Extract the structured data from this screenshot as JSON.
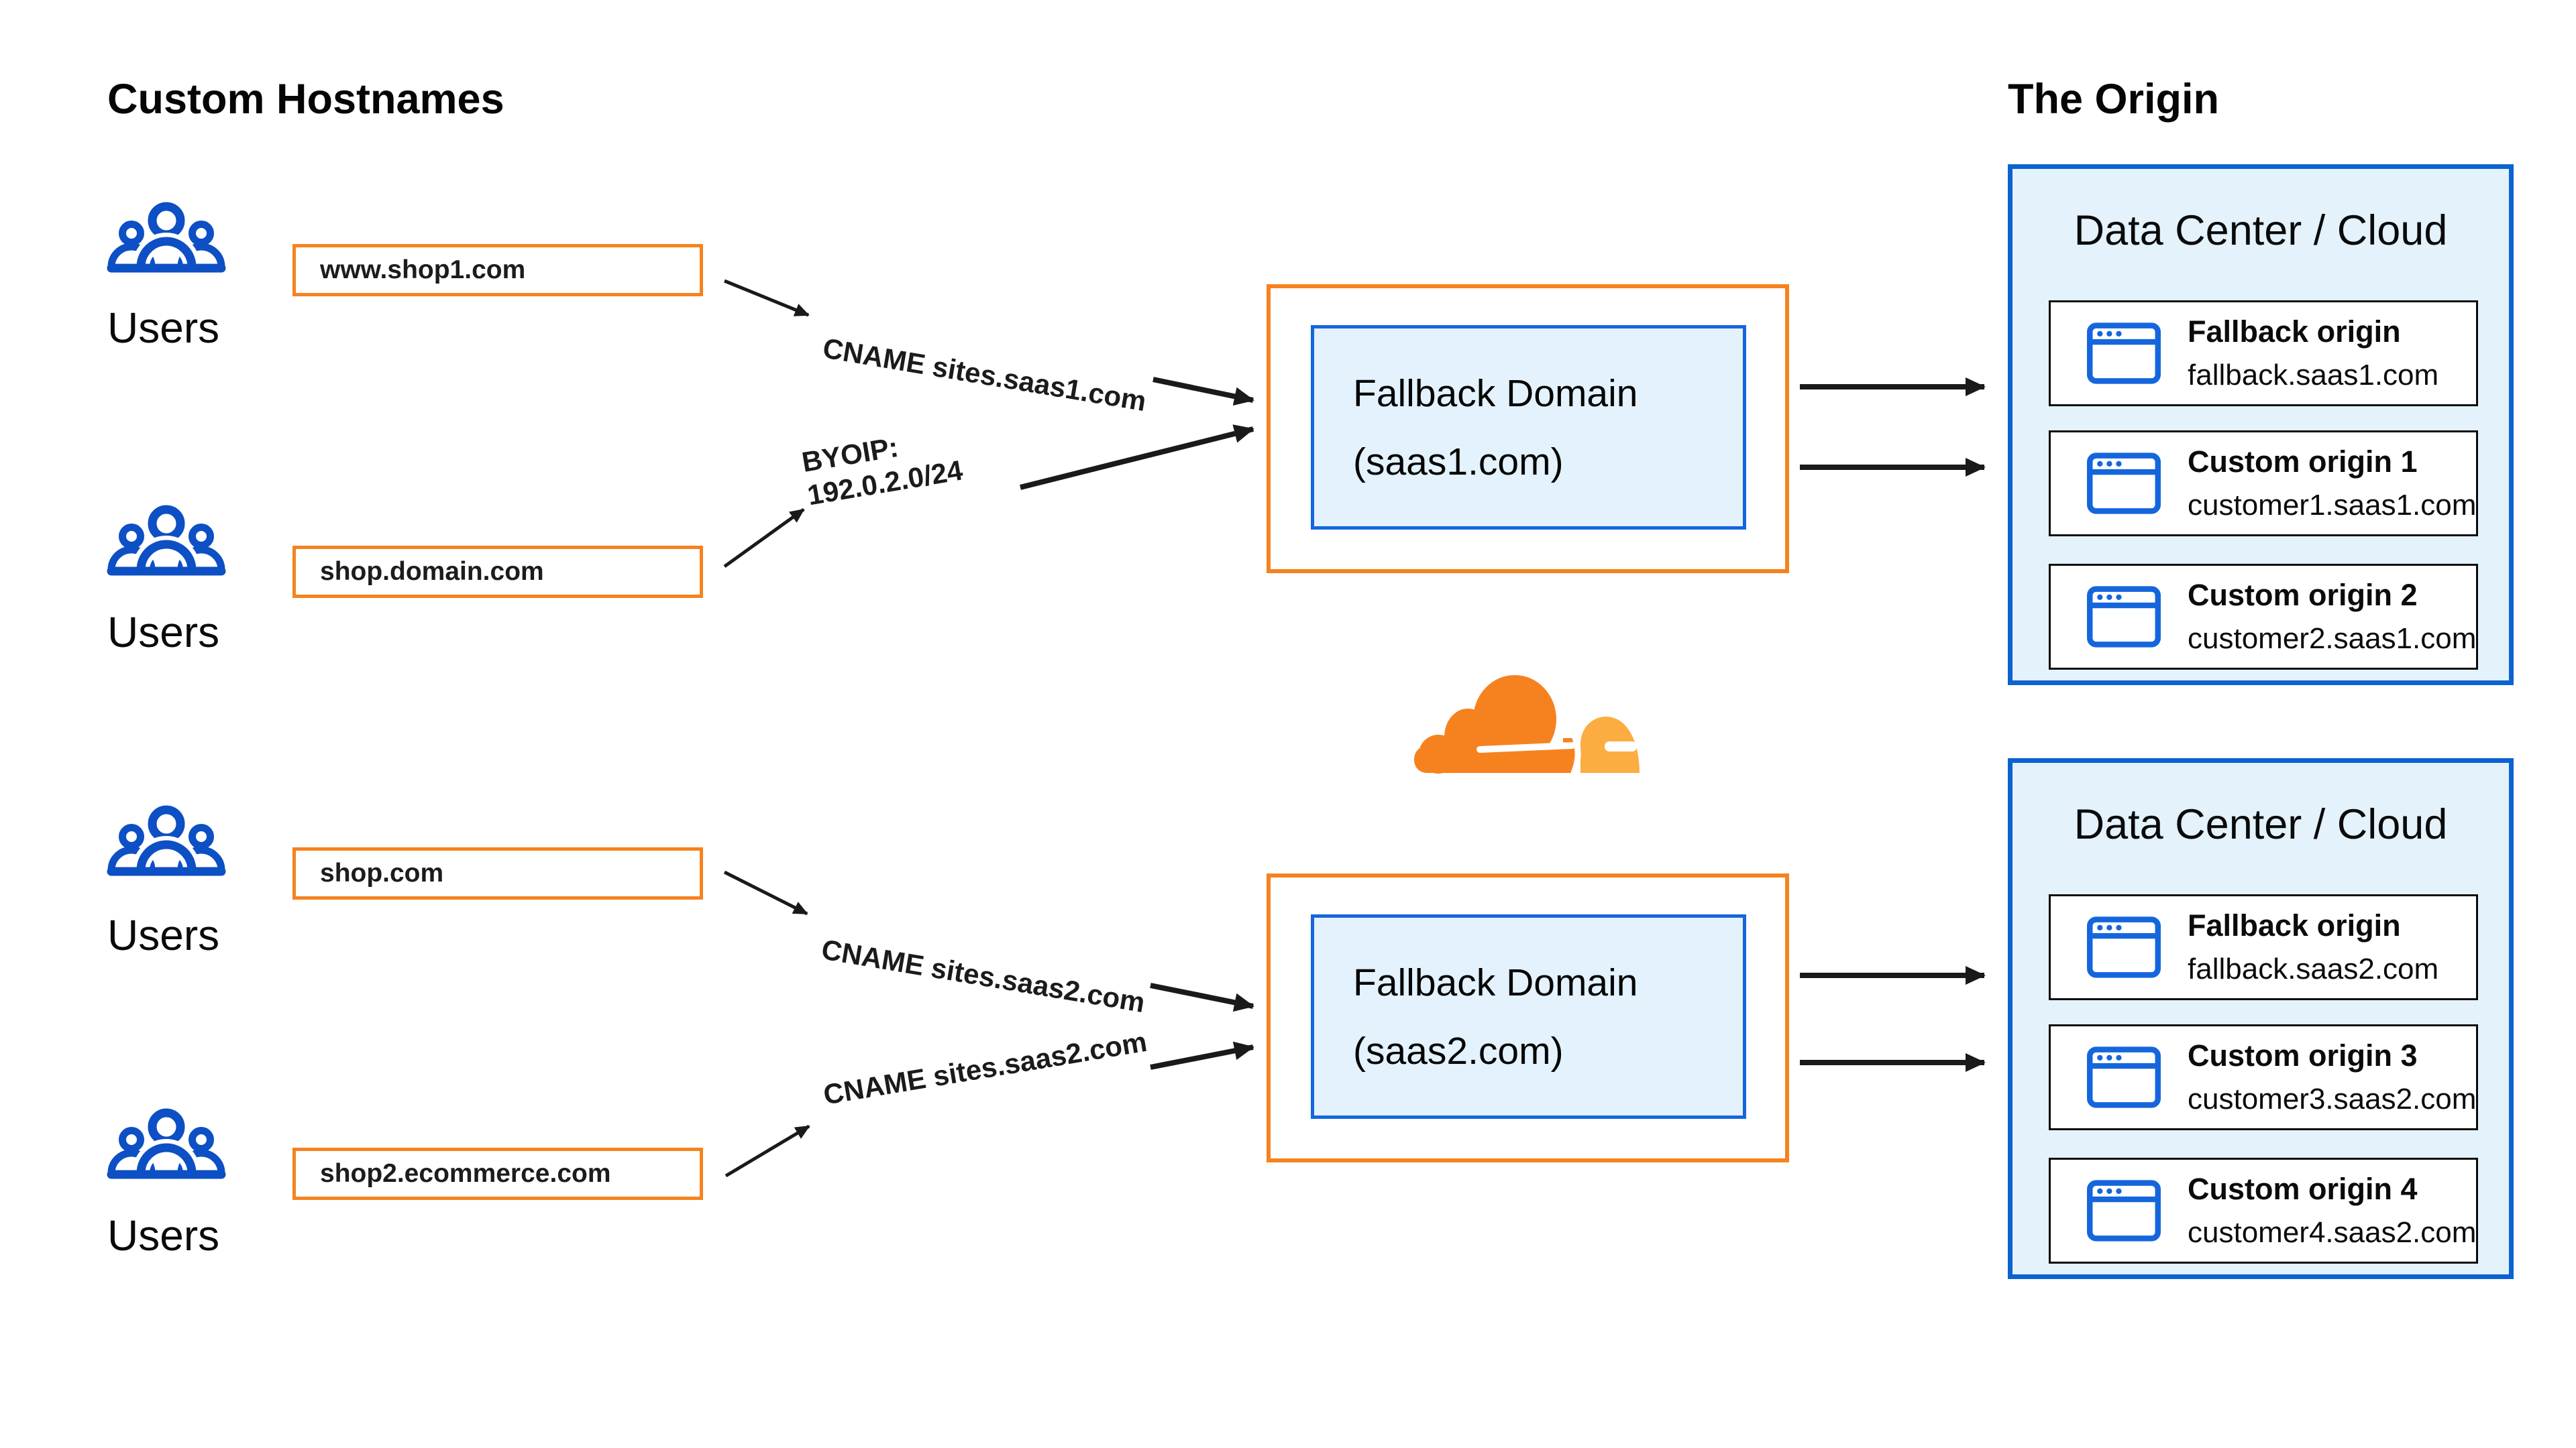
{
  "left": {
    "title": "Custom Hostnames",
    "groups": [
      {
        "hostname": "www.shop1.com",
        "label": "Users"
      },
      {
        "hostname": "shop.domain.com",
        "label": "Users"
      },
      {
        "hostname": "shop.com",
        "label": "Users"
      },
      {
        "hostname": "shop2.ecommerce.com",
        "label": "Users"
      }
    ]
  },
  "routes": {
    "cname_saas1": "CNAME sites.saas1.com",
    "byoip_line1": "BYOIP:",
    "byoip_line2": "192.0.2.0/24",
    "cname_saas2_top": "CNAME sites.saas2.com",
    "cname_saas2_bottom": "CNAME sites.saas2.com"
  },
  "middle": {
    "fallbacks": [
      {
        "line1": "Fallback Domain",
        "line2": "(saas1.com)"
      },
      {
        "line1": "Fallback Domain",
        "line2": "(saas2.com)"
      }
    ]
  },
  "right": {
    "title": "The Origin",
    "datacenters": [
      {
        "title": "Data Center / Cloud",
        "origins": [
          {
            "name": "Fallback origin",
            "host": "fallback.saas1.com"
          },
          {
            "name": "Custom origin 1",
            "host": "customer1.saas1.com"
          },
          {
            "name": "Custom origin 2",
            "host": "customer2.saas1.com"
          }
        ]
      },
      {
        "title": "Data Center / Cloud",
        "origins": [
          {
            "name": "Fallback origin",
            "host": "fallback.saas2.com"
          },
          {
            "name": "Custom origin 3",
            "host": "customer3.saas2.com"
          },
          {
            "name": "Custom origin 4",
            "host": "customer4.saas2.com"
          }
        ]
      }
    ]
  },
  "icons": {
    "users": "users-icon",
    "origin": "browser-window-icon",
    "logo": "cloudflare-logo"
  },
  "colors": {
    "orange": "#F6821F",
    "light_orange": "#FBAD41",
    "icon_blue": "#0D4FC4",
    "border_blue": "#0C62D0",
    "inner_border_blue": "#1566DC",
    "light_blue_fill": "#E3F2FB",
    "inner_blue_fill": "#E3F2FC",
    "arrow": "#1a1a1a"
  }
}
